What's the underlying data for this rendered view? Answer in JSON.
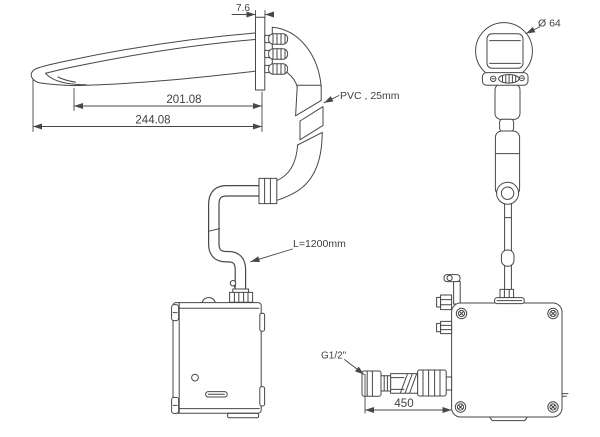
{
  "drawing": {
    "background": "#ffffff",
    "line_color": "#474747",
    "text_color": "#3f3f3f",
    "dimensions": {
      "plate_thickness": "7.6",
      "spout_projection": "201.08",
      "spout_total": "244.08",
      "inlet_hose_length": "450"
    },
    "labels": {
      "drain_pipe": "PVC , 25mm",
      "supply_hose": "L=1200mm",
      "sensor_diameter": "Ø 64",
      "inlet_thread": "G1/2\""
    }
  }
}
